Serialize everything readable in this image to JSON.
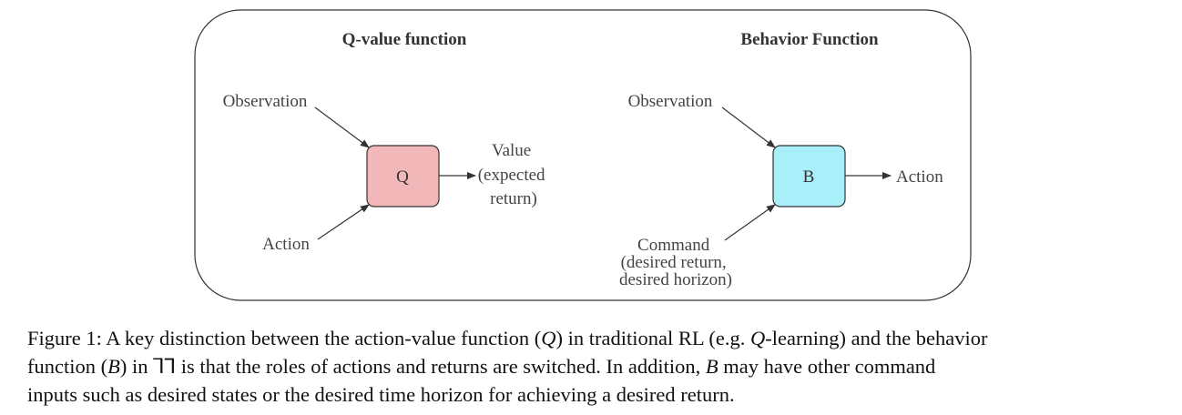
{
  "diagram": {
    "left": {
      "title": "Q-value function",
      "input_top": "Observation",
      "input_bottom": "Action",
      "box_label": "Q",
      "box_color": "#f2b8b9",
      "output_lines": [
        "Value",
        "(expected",
        "return)"
      ]
    },
    "right": {
      "title": "Behavior Function",
      "input_top": "Observation",
      "input_bottom_lines": [
        "Command",
        "(desired return,",
        "desired horizon)"
      ],
      "box_label": "B",
      "box_color": "#a8effa",
      "output": "Action"
    }
  },
  "caption": {
    "line1": {
      "a": "Figure 1: A key distinction between the action-value function (",
      "q1": "Q",
      "b": ") in traditional RL (e.g. ",
      "q2": "Q",
      "c": "-learning) and the behavior"
    },
    "line2": {
      "a": "function (",
      "b1": "B",
      "b": ") in ⅂Ꞁ is that the roles of actions and returns are switched. In addition, ",
      "b2": "B",
      "c": " may have other command"
    },
    "line3": "inputs such as desired states or the desired time horizon for achieving a desired return."
  }
}
